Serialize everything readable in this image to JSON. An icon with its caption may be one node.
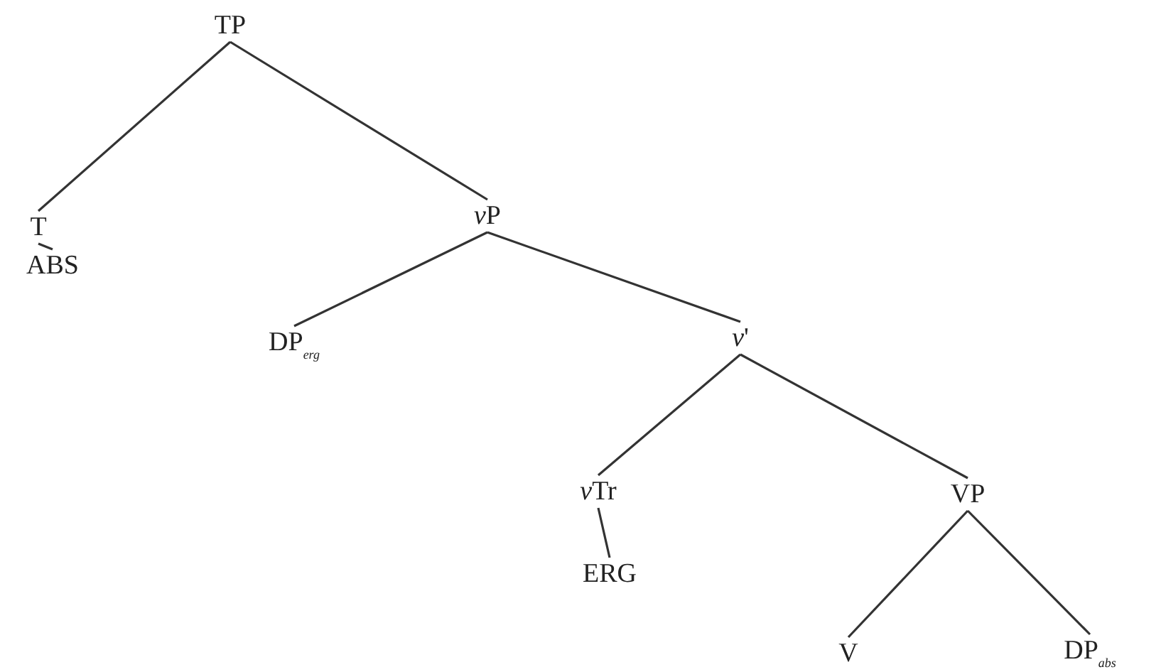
{
  "diagram": {
    "nodes": [
      {
        "text": [
          "TP"
        ]
      },
      {
        "text": [
          "T"
        ]
      },
      {
        "text": [
          "ABS"
        ]
      },
      {
        "text": [
          "vP"
        ]
      },
      {
        "text": [
          "DP$_{erg}$"
        ]
      },
      {
        "text": [
          "*v*'"
        ]
      },
      {
        "text": [
          "vTr"
        ]
      },
      {
        "text": [
          "ERG"
        ]
      },
      {
        "text": [
          "VP"
        ]
      },
      {
        "text": [
          "V"
        ]
      },
      {
        "text": [
          "DP$_{abs}$"
        ]
      }
    ],
    "edges": [
      {
        "from": 0,
        "to": 1,
        "arrow": "none"
      },
      {
        "from": 0,
        "to": 3,
        "arrow": "none"
      },
      {
        "from": 1,
        "to": 2,
        "arrow": "none"
      },
      {
        "from": 3,
        "to": 4,
        "arrow": "none"
      },
      {
        "from": 3,
        "to": 5,
        "arrow": "none"
      },
      {
        "from": 5,
        "to": 6,
        "arrow": "none"
      },
      {
        "from": 5,
        "to": 8,
        "arrow": "none"
      },
      {
        "from": 6,
        "to": 7,
        "arrow": "none"
      },
      {
        "from": 8,
        "to": 9,
        "arrow": "none"
      },
      {
        "from": 8,
        "to": 10,
        "arrow": "none"
      }
    ]
  }
}
